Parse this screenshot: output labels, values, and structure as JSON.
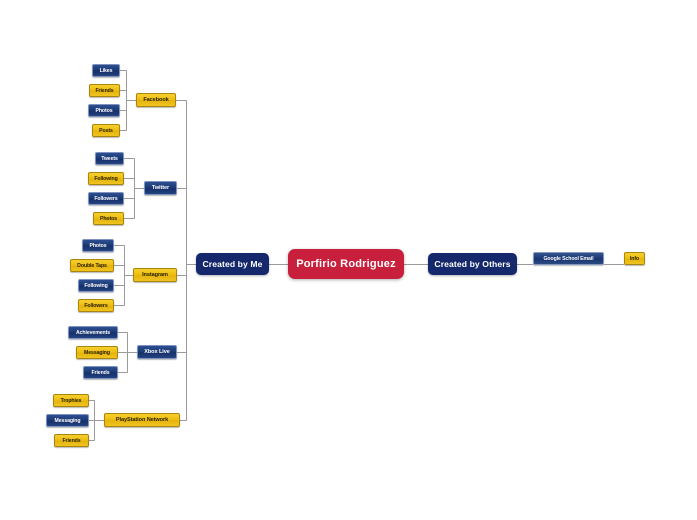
{
  "diagram": {
    "type": "mind-map",
    "background_color": "#ffffff",
    "colors": {
      "root": "#c8203c",
      "level1": "#15286b",
      "blue_node": "#1d3b76",
      "yellow_node": "#eebf13",
      "connector": "#9a9a9a"
    },
    "root": {
      "label": "Porfirio Rodriguez"
    },
    "level1": [
      {
        "label": "Created by Me",
        "side": "left"
      },
      {
        "label": "Created by Others",
        "side": "right"
      }
    ],
    "left_branches": [
      {
        "label": "Facebook",
        "style": "yellow",
        "children": [
          {
            "label": "Likes",
            "style": "blue"
          },
          {
            "label": "Friends",
            "style": "yellow"
          },
          {
            "label": "Photos",
            "style": "blue"
          },
          {
            "label": "Posts",
            "style": "yellow"
          }
        ]
      },
      {
        "label": "Twitter",
        "style": "blue",
        "children": [
          {
            "label": "Tweets",
            "style": "blue"
          },
          {
            "label": "Following",
            "style": "yellow"
          },
          {
            "label": "Followers",
            "style": "blue"
          },
          {
            "label": "Photos",
            "style": "yellow"
          }
        ]
      },
      {
        "label": "Instagram",
        "style": "yellow",
        "children": [
          {
            "label": "Photos",
            "style": "blue"
          },
          {
            "label": "Double Taps",
            "style": "yellow"
          },
          {
            "label": "Following",
            "style": "blue"
          },
          {
            "label": "Followers",
            "style": "yellow"
          }
        ]
      },
      {
        "label": "Xbox Live",
        "style": "blue",
        "children": [
          {
            "label": "Achievements",
            "style": "blue"
          },
          {
            "label": "Messaging",
            "style": "yellow"
          },
          {
            "label": "Friends",
            "style": "blue"
          }
        ]
      },
      {
        "label": "PlayStation Network",
        "style": "yellow",
        "children": [
          {
            "label": "Trophies",
            "style": "yellow"
          },
          {
            "label": "Messaging",
            "style": "blue"
          },
          {
            "label": "Friends",
            "style": "yellow"
          }
        ]
      }
    ],
    "right_chain": [
      {
        "label": "Google School Email",
        "style": "blue"
      },
      {
        "label": "Info",
        "style": "yellow"
      }
    ]
  }
}
